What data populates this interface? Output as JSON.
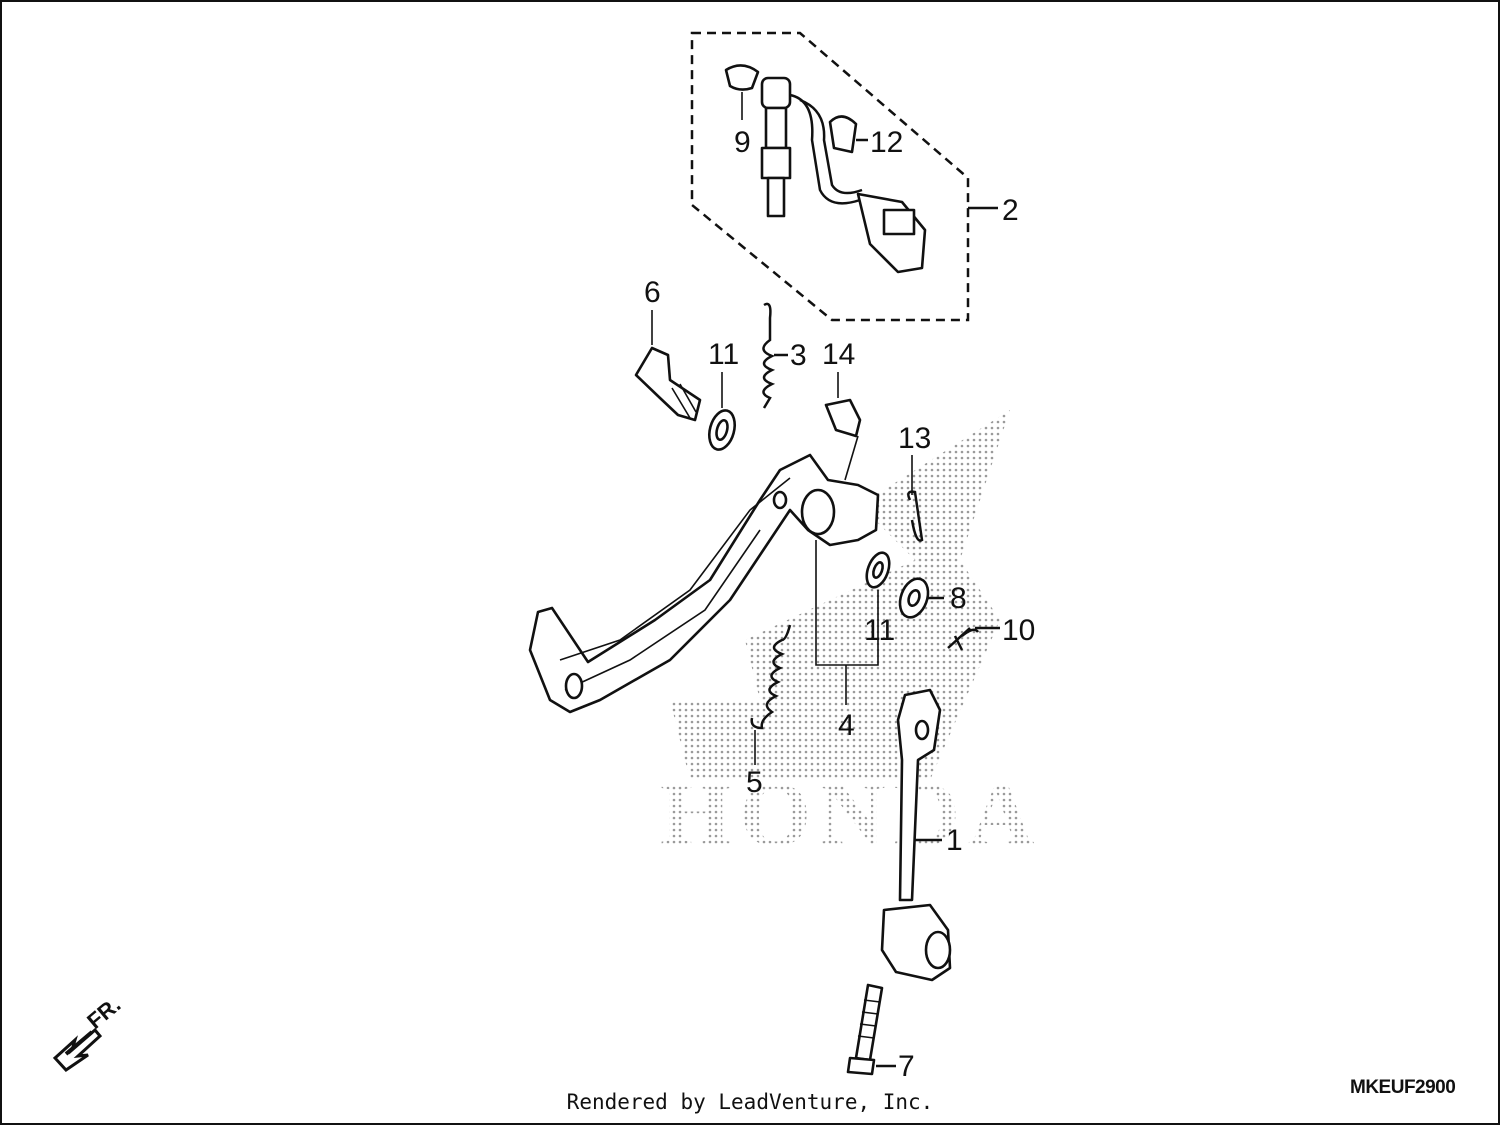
{
  "diagram": {
    "callouts": [
      {
        "id": "c1",
        "label": "1"
      },
      {
        "id": "c2",
        "label": "2"
      },
      {
        "id": "c3",
        "label": "3"
      },
      {
        "id": "c4",
        "label": "4"
      },
      {
        "id": "c5",
        "label": "5"
      },
      {
        "id": "c6",
        "label": "6"
      },
      {
        "id": "c7",
        "label": "7"
      },
      {
        "id": "c8",
        "label": "8"
      },
      {
        "id": "c9",
        "label": "9"
      },
      {
        "id": "c10",
        "label": "10"
      },
      {
        "id": "c11a",
        "label": "11"
      },
      {
        "id": "c11b",
        "label": "11"
      },
      {
        "id": "c12",
        "label": "12"
      },
      {
        "id": "c13",
        "label": "13"
      },
      {
        "id": "c14",
        "label": "14"
      }
    ],
    "front_marker": "FR.",
    "watermark_text": "HONDA",
    "diagram_code": "MKEUF2900"
  },
  "footer": {
    "credit": "Rendered by LeadVenture, Inc."
  },
  "colors": {
    "line": "#111111",
    "watermark": "#9a9a9a",
    "background": "#ffffff"
  }
}
